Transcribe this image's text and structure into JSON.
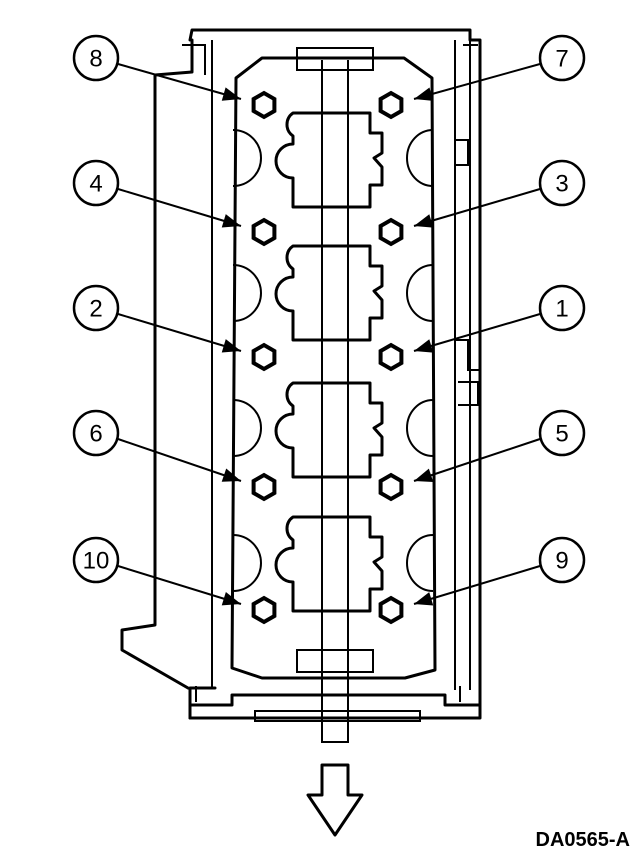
{
  "figure": {
    "reference_code": "DA0565-A"
  },
  "bolts": [
    {
      "label": "8",
      "side": "left"
    },
    {
      "label": "7",
      "side": "right"
    },
    {
      "label": "4",
      "side": "left"
    },
    {
      "label": "3",
      "side": "right"
    },
    {
      "label": "2",
      "side": "left"
    },
    {
      "label": "1",
      "side": "right"
    },
    {
      "label": "6",
      "side": "left"
    },
    {
      "label": "5",
      "side": "right"
    },
    {
      "label": "10",
      "side": "left"
    },
    {
      "label": "9",
      "side": "right"
    }
  ],
  "icons": {
    "bolt": "hex-bolt-icon",
    "direction": "down-arrow-icon"
  }
}
